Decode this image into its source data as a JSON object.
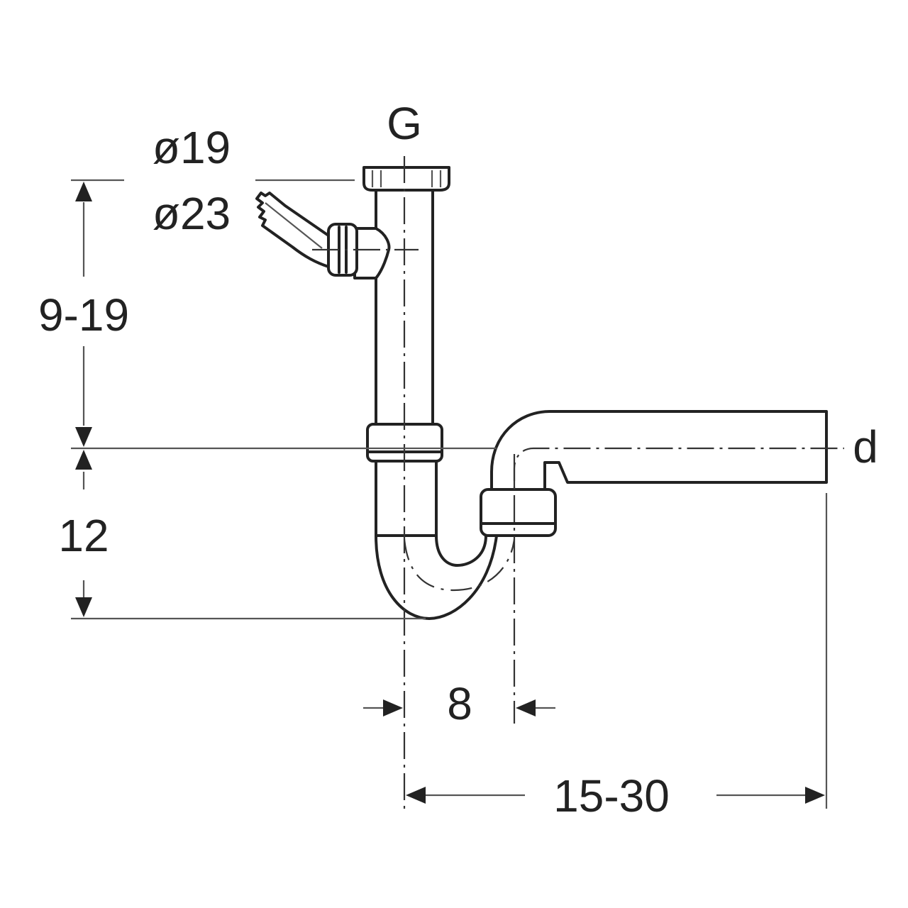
{
  "diagram": {
    "subject": "Sink siphon (trap) with appliance hose connection",
    "labels": {
      "inlet_thread": "G",
      "outlet_diameter": "d",
      "hose_nozzle_diameter_small": "ø19",
      "hose_nozzle_diameter_large": "ø23"
    },
    "dimensions": {
      "inlet_height": "9-19",
      "water_seal_depth": "12",
      "trap_offset": "8",
      "outlet_reach": "15-30"
    },
    "colors": {
      "line": "#222222",
      "dimension_line": "#555555",
      "background": "#ffffff"
    }
  }
}
